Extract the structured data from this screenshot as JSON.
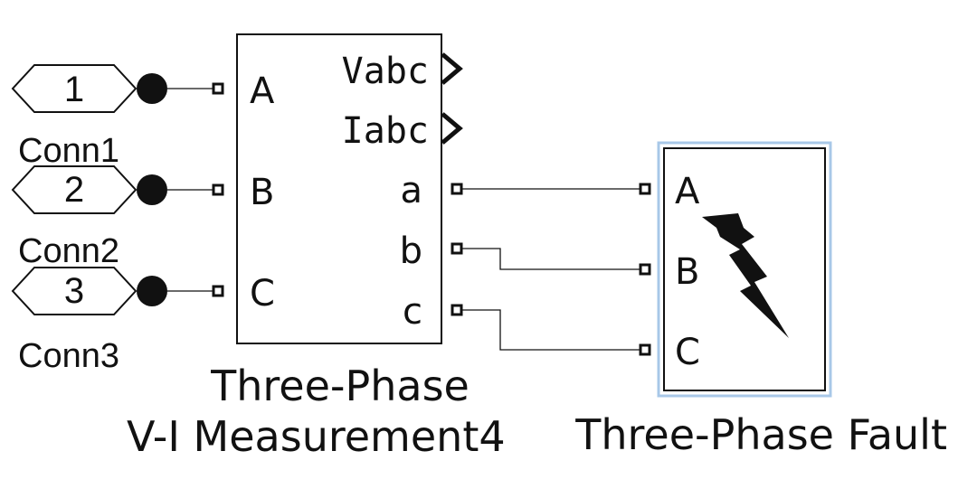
{
  "connectors": [
    {
      "number": "1",
      "name": "Conn1"
    },
    {
      "number": "2",
      "name": "Conn2"
    },
    {
      "number": "3",
      "name": "Conn3"
    }
  ],
  "measurement_block": {
    "name_line1": "Three-Phase",
    "name_line2": "V-I Measurement4",
    "inputs": [
      "A",
      "B",
      "C"
    ],
    "signal_outputs": [
      "Vabc",
      "Iabc"
    ],
    "phase_outputs": [
      "a",
      "b",
      "c"
    ]
  },
  "fault_block": {
    "name": "Three-Phase Fault",
    "inputs": [
      "A",
      "B",
      "C"
    ],
    "icon": "lightning-bolt-icon"
  },
  "colors": {
    "line": "#111111",
    "fault_border": "#a8c8e8",
    "background": "#ffffff"
  }
}
